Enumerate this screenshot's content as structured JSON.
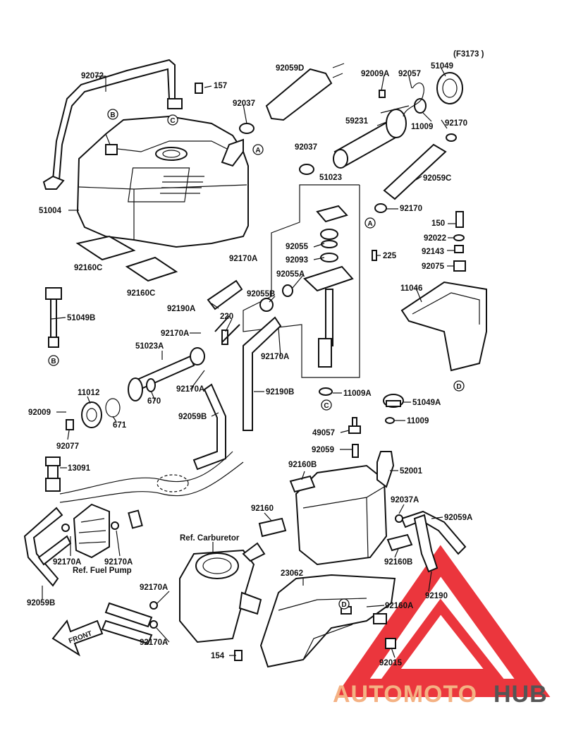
{
  "diagram_code": "(F3173 )",
  "parts": [
    {
      "id": "p92072",
      "text": "92072"
    },
    {
      "id": "p157",
      "text": "157"
    },
    {
      "id": "p92059D",
      "text": "92059D"
    },
    {
      "id": "p92009A",
      "text": "92009A"
    },
    {
      "id": "p92057",
      "text": "92057"
    },
    {
      "id": "p51049",
      "text": "51049"
    },
    {
      "id": "p92037a",
      "text": "92037"
    },
    {
      "id": "p59231",
      "text": "59231"
    },
    {
      "id": "p11009a",
      "text": "11009"
    },
    {
      "id": "p92170a",
      "text": "92170"
    },
    {
      "id": "p92037b",
      "text": "92037"
    },
    {
      "id": "p51023",
      "text": "51023"
    },
    {
      "id": "p92059C",
      "text": "92059C"
    },
    {
      "id": "p92170b",
      "text": "92170"
    },
    {
      "id": "p51004",
      "text": "51004"
    },
    {
      "id": "p150",
      "text": "150"
    },
    {
      "id": "p92022",
      "text": "92022"
    },
    {
      "id": "p92055",
      "text": "92055"
    },
    {
      "id": "p92143",
      "text": "92143"
    },
    {
      "id": "p92093",
      "text": "92093"
    },
    {
      "id": "p225",
      "text": "225"
    },
    {
      "id": "p92160Ca",
      "text": "92160C"
    },
    {
      "id": "p92170Aa",
      "text": "92170A"
    },
    {
      "id": "p92075",
      "text": "92075"
    },
    {
      "id": "p92055A",
      "text": "92055A"
    },
    {
      "id": "p92160Cb",
      "text": "92160C"
    },
    {
      "id": "p11046",
      "text": "11046"
    },
    {
      "id": "p92055B",
      "text": "92055B"
    },
    {
      "id": "p92190A",
      "text": "92190A"
    },
    {
      "id": "p220",
      "text": "220"
    },
    {
      "id": "p51049B",
      "text": "51049B"
    },
    {
      "id": "p92170Ab",
      "text": "92170A"
    },
    {
      "id": "p92170Ac",
      "text": "92170A"
    },
    {
      "id": "p51023A",
      "text": "51023A"
    },
    {
      "id": "p92170Ad",
      "text": "92170A"
    },
    {
      "id": "p92190B",
      "text": "92190B"
    },
    {
      "id": "p11012",
      "text": "11012"
    },
    {
      "id": "p11009A",
      "text": "11009A"
    },
    {
      "id": "p670",
      "text": "670"
    },
    {
      "id": "p51049A",
      "text": "51049A"
    },
    {
      "id": "p92059B",
      "text": "92059B"
    },
    {
      "id": "p92009",
      "text": "92009"
    },
    {
      "id": "p671",
      "text": "671"
    },
    {
      "id": "p11009b",
      "text": "11009"
    },
    {
      "id": "p92077",
      "text": "92077"
    },
    {
      "id": "p49057",
      "text": "49057"
    },
    {
      "id": "p92059",
      "text": "92059"
    },
    {
      "id": "p13091",
      "text": "13091"
    },
    {
      "id": "p92160B",
      "text": "92160B"
    },
    {
      "id": "p52001",
      "text": "52001"
    },
    {
      "id": "p92160",
      "text": "92160"
    },
    {
      "id": "p92037A",
      "text": "92037A"
    },
    {
      "id": "p92059A",
      "text": "92059A"
    },
    {
      "id": "pRefCarb",
      "text": "Ref. Carburetor"
    },
    {
      "id": "p92170Ae",
      "text": "92170A"
    },
    {
      "id": "p92170Af",
      "text": "92170A"
    },
    {
      "id": "pRefPump",
      "text": "Ref. Fuel Pump"
    },
    {
      "id": "p92160B2",
      "text": "92160B"
    },
    {
      "id": "p23062",
      "text": "23062"
    },
    {
      "id": "p92190",
      "text": "92190"
    },
    {
      "id": "p92170Ag",
      "text": "92170A"
    },
    {
      "id": "p92059Bb",
      "text": "92059B"
    },
    {
      "id": "p92160A",
      "text": "92160A"
    },
    {
      "id": "p92170Ah",
      "text": "92170A"
    },
    {
      "id": "p154",
      "text": "154"
    },
    {
      "id": "p92015",
      "text": "92015"
    }
  ],
  "callouts": [
    {
      "id": "cB1",
      "letter": "B"
    },
    {
      "id": "cC1",
      "letter": "C"
    },
    {
      "id": "cA1",
      "letter": "A"
    },
    {
      "id": "cA2",
      "letter": "A"
    },
    {
      "id": "cB2",
      "letter": "B"
    },
    {
      "id": "cD1",
      "letter": "D"
    },
    {
      "id": "cC2",
      "letter": "C"
    },
    {
      "id": "cD2",
      "letter": "D"
    }
  ],
  "front_label": "FRONT",
  "watermark": {
    "part1": "AUTOMOTO",
    "part2": "HUB",
    "color1": "#f4b183",
    "color2": "#555555",
    "logo_color": "#e8141c"
  }
}
